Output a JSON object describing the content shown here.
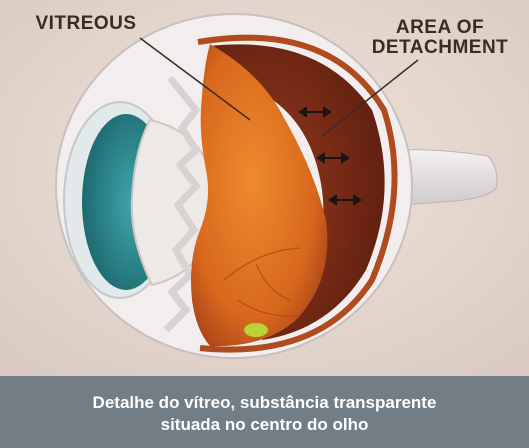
{
  "labels": {
    "vitreous": "VITREOUS",
    "detachment_line1": "AREA OF",
    "detachment_line2": "DETACHMENT"
  },
  "caption": {
    "line1": "Detalhe do vítreo, substância transparente",
    "line2": "situada no centro do olho"
  },
  "colors": {
    "background": "#e4d7cd",
    "caption_bar": "#727d85",
    "vitreous": "#d8681c",
    "detachment": "#7a2a16",
    "iris": "#2f8f95",
    "label_text": "#3b2a26"
  }
}
